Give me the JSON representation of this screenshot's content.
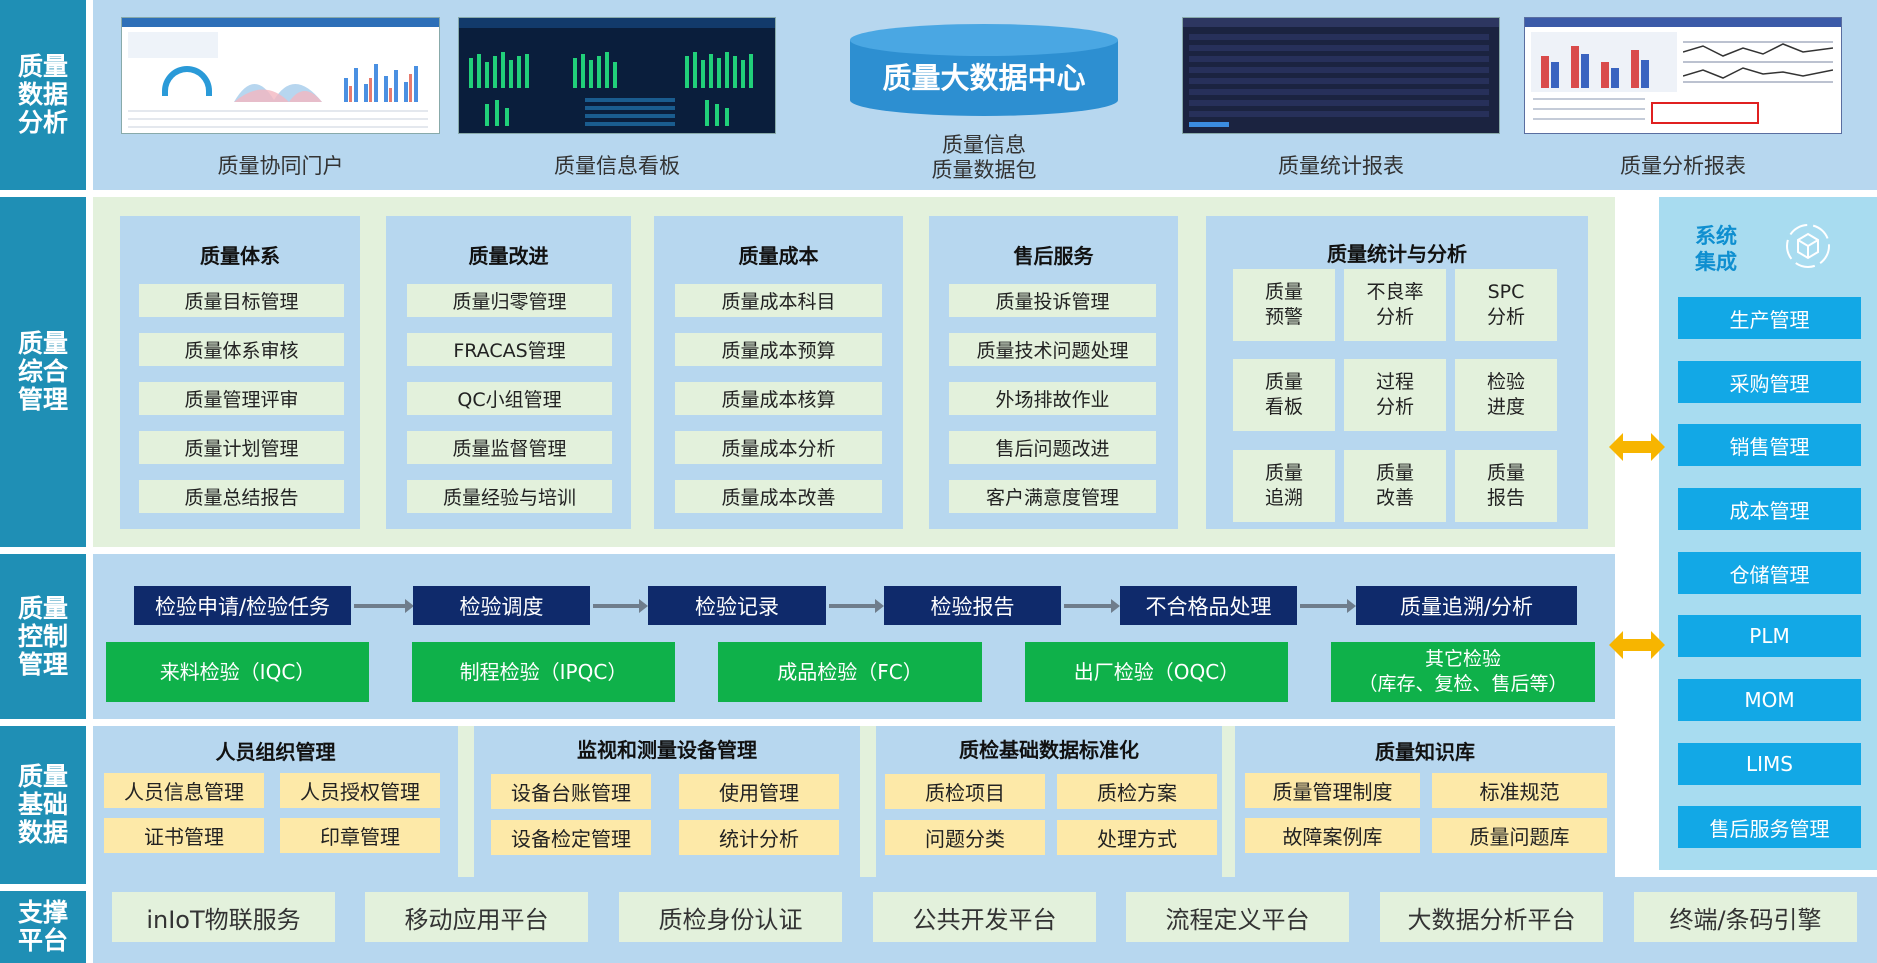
{
  "row_labels": {
    "analysis": "质量\n数据\n分析",
    "management": "质量\n综合\n管理",
    "control": "质量\n控制\n管理",
    "base": "质量\n基础\n数据",
    "platform": "支撑\n平台"
  },
  "top": {
    "portal": "质量协同门户",
    "board": "质量信息看板",
    "center": "质量大数据中心",
    "package_line1": "质量信息",
    "package_line2": "质量数据包",
    "stats_report": "质量统计报表",
    "analysis_report": "质量分析报表"
  },
  "management": {
    "system": {
      "title": "质量体系",
      "items": [
        "质量目标管理",
        "质量体系审核",
        "质量管理评审",
        "质量计划管理",
        "质量总结报告"
      ]
    },
    "improve": {
      "title": "质量改进",
      "items": [
        "质量归零管理",
        "FRACAS管理",
        "QC小组管理",
        "质量监督管理",
        "质量经验与培训"
      ]
    },
    "cost": {
      "title": "质量成本",
      "items": [
        "质量成本科目",
        "质量成本预算",
        "质量成本核算",
        "质量成本分析",
        "质量成本改善"
      ]
    },
    "service": {
      "title": "售后服务",
      "items": [
        "质量投诉管理",
        "质量技术问题处理",
        "外场排故作业",
        "售后问题改进",
        "客户满意度管理"
      ]
    },
    "stats": {
      "title": "质量统计与分析",
      "items": [
        "质量\n预警",
        "不良率\n分析",
        "SPC\n分析",
        "质量\n看板",
        "过程\n分析",
        "检验\n进度",
        "质量\n追溯",
        "质量\n改善",
        "质量\n报告"
      ]
    }
  },
  "control": {
    "flow": [
      "检验申请/检验任务",
      "检验调度",
      "检验记录",
      "检验报告",
      "不合格品处理",
      "质量追溯/分析"
    ],
    "inspections": [
      "来料检验（IQC）",
      "制程检验（IPQC）",
      "成品检验（FC）",
      "出厂检验（OQC）",
      "其它检验\n（库存、复检、售后等）"
    ]
  },
  "integration": {
    "title": "系统\n集成",
    "items": [
      "生产管理",
      "采购管理",
      "销售管理",
      "成本管理",
      "仓储管理",
      "PLM",
      "MOM",
      "LIMS",
      "售后服务管理"
    ]
  },
  "base": {
    "people": {
      "title": "人员组织管理",
      "items": [
        "人员信息管理",
        "人员授权管理",
        "证书管理",
        "印章管理"
      ]
    },
    "equipment": {
      "title": "监视和测量设备管理",
      "items": [
        "设备台账管理",
        "使用管理",
        "设备检定管理",
        "统计分析"
      ]
    },
    "standard": {
      "title": "质检基础数据标准化",
      "items": [
        "质检项目",
        "质检方案",
        "问题分类",
        "处理方式"
      ]
    },
    "knowledge": {
      "title": "质量知识库",
      "items": [
        "质量管理制度",
        "标准规范",
        "故障案例库",
        "质量问题库"
      ]
    }
  },
  "platform": [
    "inIoT物联服务",
    "移动应用平台",
    "质检身份认证",
    "公共开发平台",
    "流程定义平台",
    "大数据分析平台",
    "终端/条码引擎"
  ],
  "colors": {
    "label": "#1f8fb5",
    "band": "#b7d7ef",
    "green": "#0fb14a",
    "navy": "#0f2a6b",
    "sky": "#12a8e6",
    "yellow": "#fde9a8",
    "pale": "#e3f1dc"
  }
}
